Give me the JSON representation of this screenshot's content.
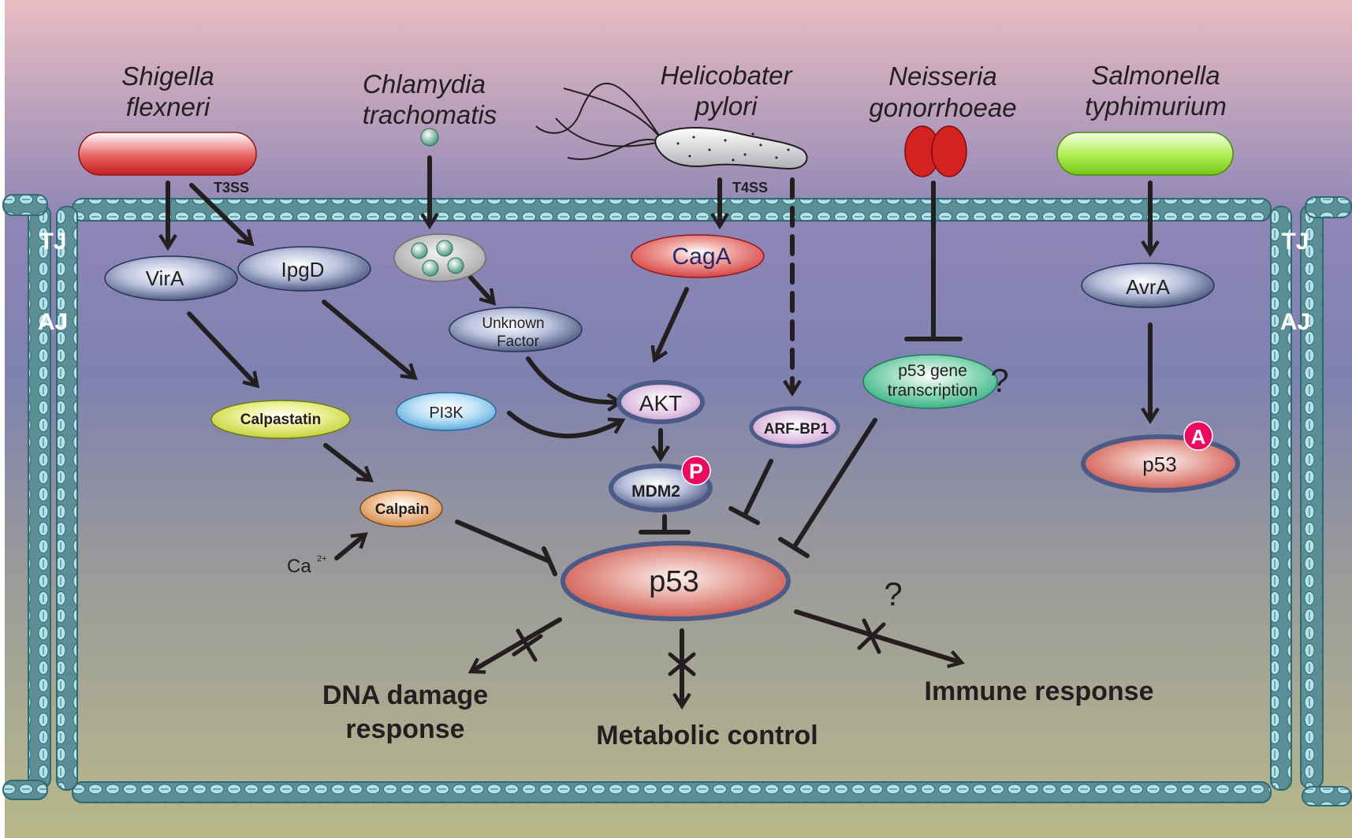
{
  "bacteria": {
    "shigella": [
      "Shigella",
      "flexneri"
    ],
    "chlamydia": [
      "Chlamydia",
      "trachomatis"
    ],
    "helicobacter": [
      "Helicobater",
      "pylori"
    ],
    "neisseria": [
      "Neisseria",
      "gonorrhoeae"
    ],
    "salmonella": [
      "Salmonella",
      "typhimurium"
    ]
  },
  "secretion": {
    "t3ss": "T3SS",
    "t4ss": "T4SS"
  },
  "junctions": {
    "tj": "TJ",
    "aj": "AJ"
  },
  "nodes": {
    "vira": "VirA",
    "ipgd": "IpgD",
    "unknown_factor": [
      "Unknown",
      "Factor"
    ],
    "caga": "CagA",
    "avra": "AvrA",
    "calpastatin": "Calpastatin",
    "pi3k": "PI3K",
    "akt": "AKT",
    "arfbp1": "ARF-BP1",
    "p53_transcription": [
      "p53 gene",
      "transcription"
    ],
    "p53_salmonella": "p53",
    "mdm2": "MDM2",
    "calpain": "Calpain",
    "p53_main": "p53"
  },
  "badges": {
    "phospho": "P",
    "acetyl": "A"
  },
  "ion": {
    "base": "Ca",
    "sup": "2+"
  },
  "question": "?",
  "outcomes": {
    "dna": [
      "DNA damage",
      "response"
    ],
    "metabolic": "Metabolic control",
    "immune": "Immune response"
  },
  "colors": {
    "bg_top": "#e8b9c0",
    "bg_mid": "#8183b8",
    "bg_bottom": "#b7b58a",
    "membrane": "#5d8f96",
    "membrane_light": "#a9d7e2",
    "arrow": "#231f20",
    "shigella_rod": "#d42426",
    "salmonella_rod": "#86dd1a",
    "neisseria": "#d3221f",
    "badge": "#ea0b61"
  }
}
